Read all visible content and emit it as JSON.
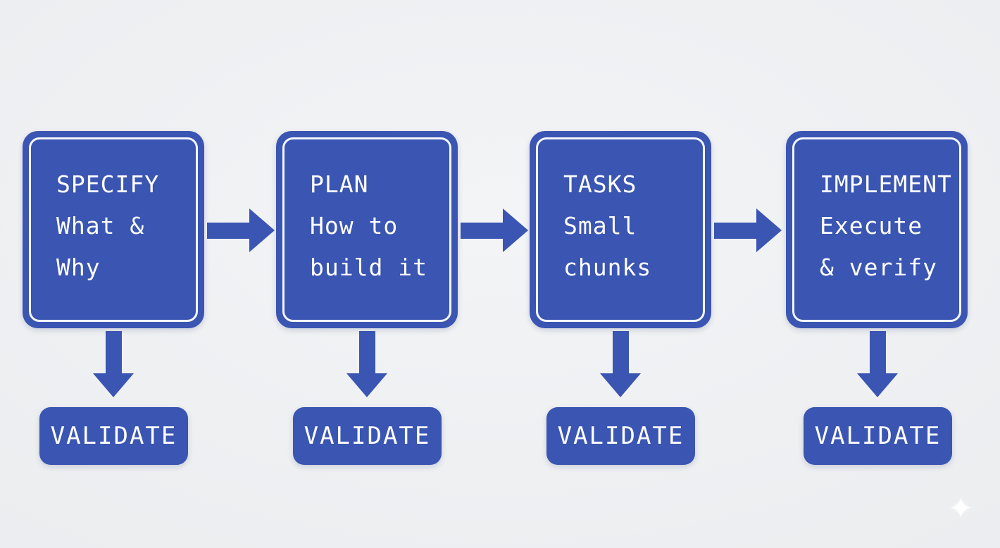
{
  "colors": {
    "box_blue": "#3a55b2",
    "text_white": "#ffffff",
    "background": "#edeff2"
  },
  "stages": [
    {
      "title": "SPECIFY",
      "line1": "What &",
      "line2": "Why",
      "validate": "VALIDATE"
    },
    {
      "title": "PLAN",
      "line1": "How to",
      "line2": "build it",
      "validate": "VALIDATE"
    },
    {
      "title": "TASKS",
      "line1": "Small",
      "line2": "chunks",
      "validate": "VALIDATE"
    },
    {
      "title": "IMPLEMENT",
      "line1": "Execute",
      "line2": "& verify",
      "validate": "VALIDATE"
    }
  ],
  "icons": {
    "sparkle": "✦"
  }
}
